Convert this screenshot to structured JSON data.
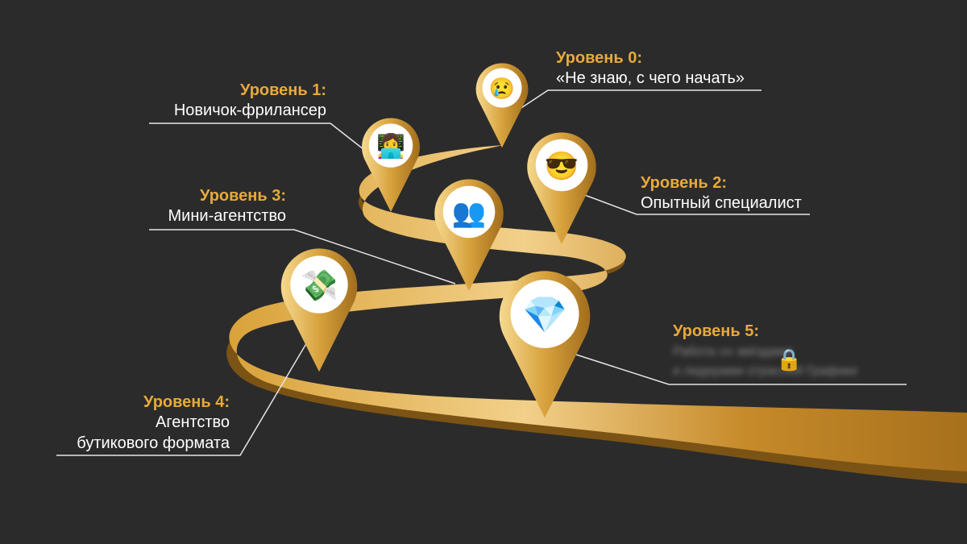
{
  "colors": {
    "background": "#2b2b2b",
    "accent": "#e8a93a",
    "road": "#b57e21",
    "text": "#ffffff"
  },
  "levels": [
    {
      "title": "Уровень 0:",
      "desc": "«Не знаю, с чего начать»",
      "icon": "crying-face-icon",
      "emoji": "😢"
    },
    {
      "title": "Уровень 1:",
      "desc": "Новичок-фрилансер",
      "icon": "woman-technologist-icon",
      "emoji": "👩‍💻"
    },
    {
      "title": "Уровень 2:",
      "desc": "Опытный специалист",
      "icon": "sunglasses-face-icon",
      "emoji": "😎"
    },
    {
      "title": "Уровень 3:",
      "desc": "Мини-агентство",
      "icon": "busts-icon",
      "emoji": "👥"
    },
    {
      "title": "Уровень 4:",
      "desc1": "Агентство",
      "desc2": "бутикового формата",
      "icon": "money-with-wings-icon",
      "emoji": "💸"
    },
    {
      "title": "Уровень 5:",
      "desc1": "Работа со звёздами",
      "desc2": "и лидерами отраслей Графики",
      "icon": "gem-icon",
      "emoji": "💎",
      "lock": "🔒"
    }
  ]
}
